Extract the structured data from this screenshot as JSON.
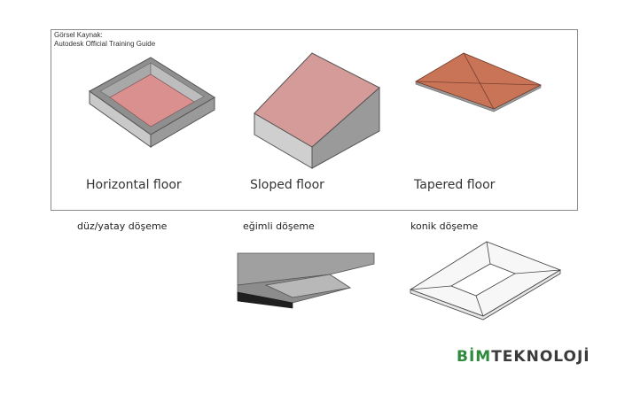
{
  "source": {
    "line1": "Görsel Kaynak:",
    "line2": "Autodesk Official Training Guide"
  },
  "figures": {
    "horizontal": "Horizontal floor",
    "sloped": "Sloped floor",
    "tapered": "Tapered floor"
  },
  "translations": {
    "horizontal": "düz/yatay döşeme",
    "sloped": "eğimli döşeme",
    "tapered": "konik döşeme"
  },
  "brand": {
    "part1": "BİM",
    "part2": "TEKNOLOJİ"
  },
  "colors": {
    "floor_pink": "#d9908f",
    "floor_orange": "#c97456",
    "wall_grey": "#a6a6a6",
    "brand_green": "#2e8b3d",
    "brand_dark": "#3a3a3a"
  }
}
